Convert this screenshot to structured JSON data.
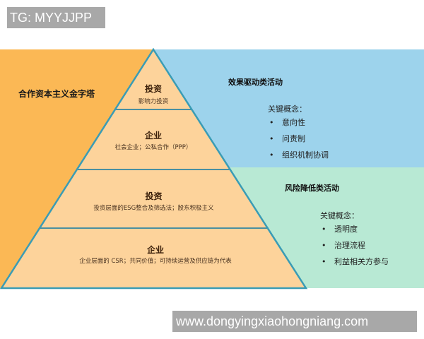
{
  "watermarks": {
    "top": "TG: MYYJJPP",
    "bottom": "www.dongyingxiaohongniang.com"
  },
  "colors": {
    "orange": "#fbb855",
    "peach": "#fdd39b",
    "blue": "#9dd3ec",
    "mint": "#b8e9d4",
    "outline": "#3a9cb5",
    "divider": "#4a8fa0"
  },
  "left_panel": {
    "title": "合作资本主义金字塔"
  },
  "pyramid": {
    "tiers": [
      {
        "title": "投资",
        "subtitle": "影响力投资"
      },
      {
        "title": "企业",
        "subtitle": "社会企业；公私合作（PPP）"
      },
      {
        "title": "投资",
        "subtitle": "投资层面的ESG整合及筛选法；股东积极主义"
      },
      {
        "title": "企业",
        "subtitle": "企业层面的 CSR；共同价值；可持续运营及供应链为代表"
      }
    ]
  },
  "right_top": {
    "title": "效果驱动类活动",
    "concepts_label": "关键概念：",
    "concepts": [
      "意向性",
      "问责制",
      "组织机制协调"
    ]
  },
  "right_bottom": {
    "title": "风险降低类活动",
    "concepts_label": "关键概念：",
    "concepts": [
      "透明度",
      "治理流程",
      "利益相关方参与"
    ]
  },
  "bullet_glyph": "•"
}
